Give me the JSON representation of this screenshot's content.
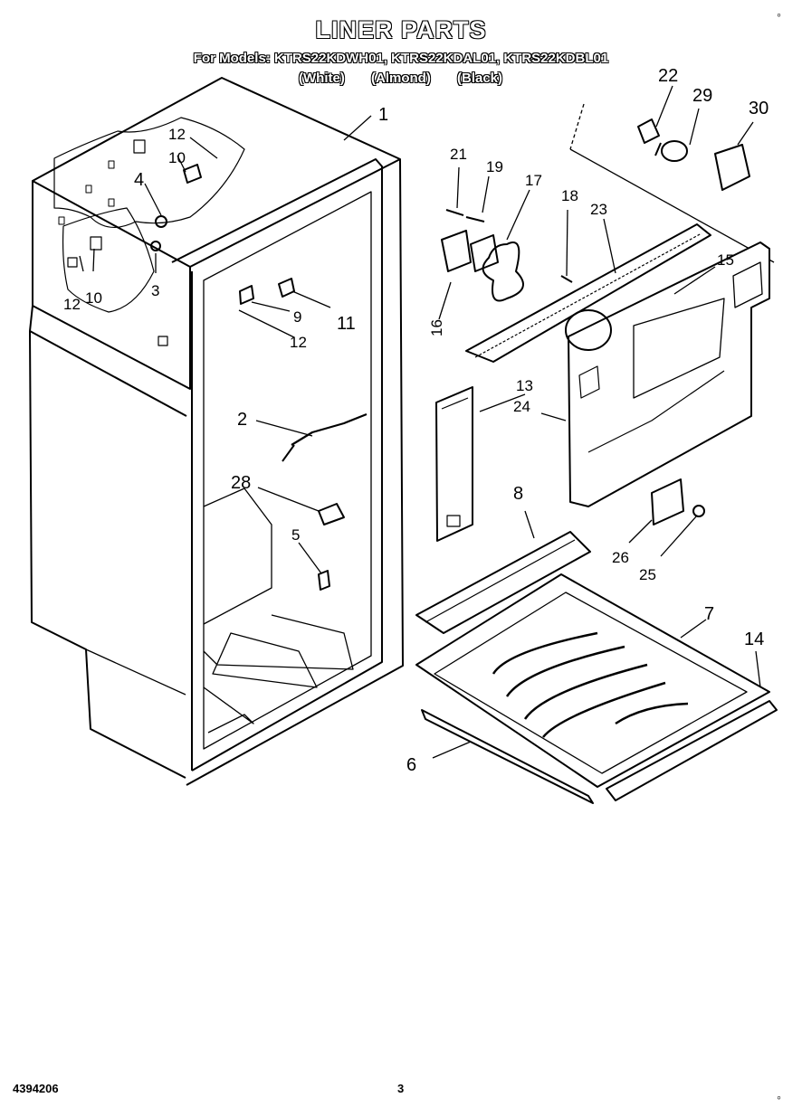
{
  "header": {
    "title": "LINER PARTS",
    "models_line": "For Models: KTRS22KDWH01, KTRS22KDAL01, KTRS22KDBL01",
    "colors": [
      "(White)",
      "(Almond)",
      "(Black)"
    ]
  },
  "callouts": {
    "c1": "1",
    "c2": "2",
    "c3": "3",
    "c4": "4",
    "c5": "5",
    "c6": "6",
    "c7": "7",
    "c8": "8",
    "c9": "9",
    "c10a": "10",
    "c10b": "10",
    "c11": "11",
    "c12a": "12",
    "c12b": "12",
    "c12c": "12",
    "c13": "13",
    "c14": "14",
    "c15": "15",
    "c16": "16",
    "c17": "17",
    "c18": "18",
    "c19": "19",
    "c21": "21",
    "c22": "22",
    "c23": "23",
    "c24": "24",
    "c25": "25",
    "c26": "26",
    "c28": "28",
    "c29": "29",
    "c30": "30"
  },
  "footer": {
    "part_number": "4394206",
    "page_number": "3"
  },
  "corner_marks": {
    "top": "◦",
    "bottom": "◦"
  }
}
